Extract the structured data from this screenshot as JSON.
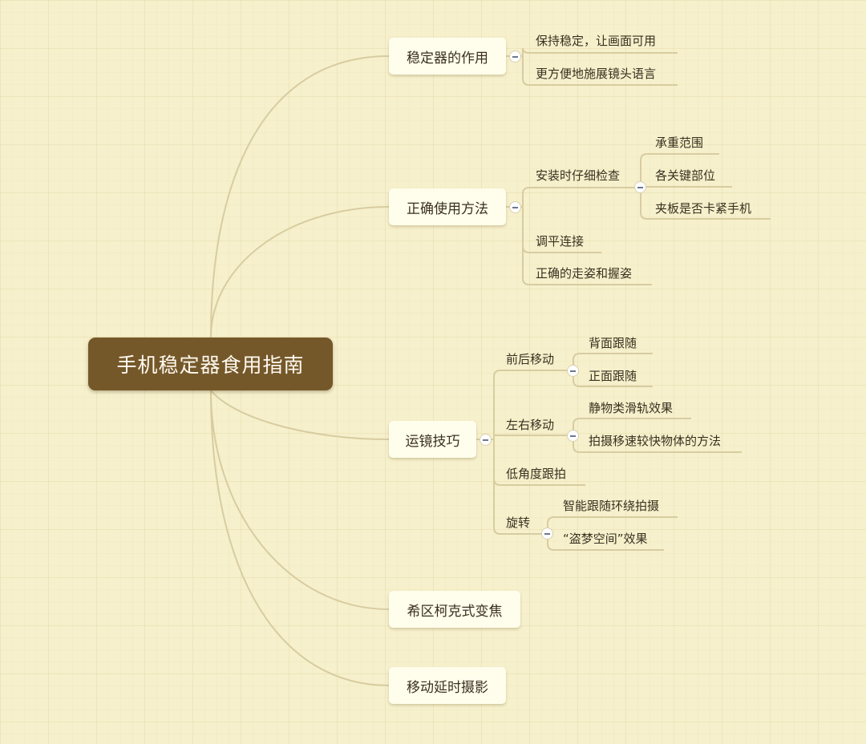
{
  "root": {
    "label": "手机稳定器食用指南"
  },
  "branches": [
    {
      "label": "稳定器的作用",
      "children": [
        {
          "label": "保持稳定，让画面可用"
        },
        {
          "label": "更方便地施展镜头语言"
        }
      ]
    },
    {
      "label": "正确使用方法",
      "children": [
        {
          "label": "安装时仔细检查",
          "children": [
            {
              "label": "承重范围"
            },
            {
              "label": "各关键部位"
            },
            {
              "label": "夹板是否卡紧手机"
            }
          ]
        },
        {
          "label": "调平连接"
        },
        {
          "label": "正确的走姿和握姿"
        }
      ]
    },
    {
      "label": "运镜技巧",
      "children": [
        {
          "label": "前后移动",
          "children": [
            {
              "label": "背面跟随"
            },
            {
              "label": "正面跟随"
            }
          ]
        },
        {
          "label": "左右移动",
          "children": [
            {
              "label": "静物类滑轨效果"
            },
            {
              "label": "拍摄移速较快物体的方法"
            }
          ]
        },
        {
          "label": "低角度跟拍"
        },
        {
          "label": "旋转",
          "children": [
            {
              "label": "智能跟随环绕拍摄"
            },
            {
              "label": "“盗梦空间”效果"
            }
          ]
        }
      ]
    },
    {
      "label": "希区柯克式变焦"
    },
    {
      "label": "移动延时摄影"
    }
  ],
  "colors": {
    "background": "#f6f0cc",
    "root_fill": "#75582a",
    "node_fill": "#fffdeb",
    "connector": "#d8cca0"
  }
}
